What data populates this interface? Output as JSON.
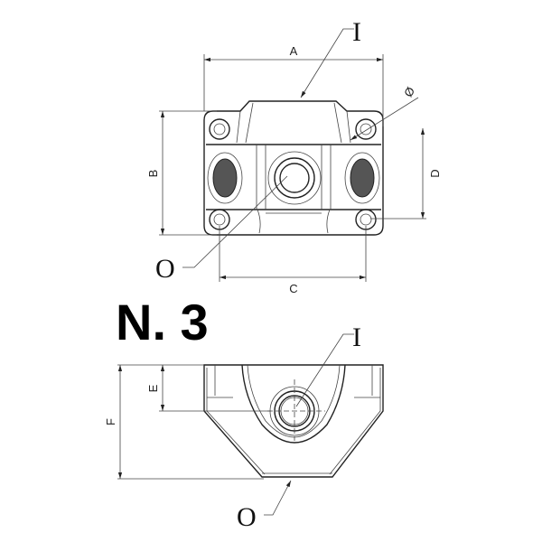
{
  "title": "N. 3",
  "top_view": {
    "dim_a": "A",
    "dim_b": "B",
    "dim_c": "C",
    "dim_d": "D",
    "diameter": "Ø",
    "inlet": "I",
    "outlet": "O"
  },
  "side_view": {
    "dim_e": "E",
    "dim_f": "F",
    "inlet": "I",
    "outlet": "O"
  }
}
